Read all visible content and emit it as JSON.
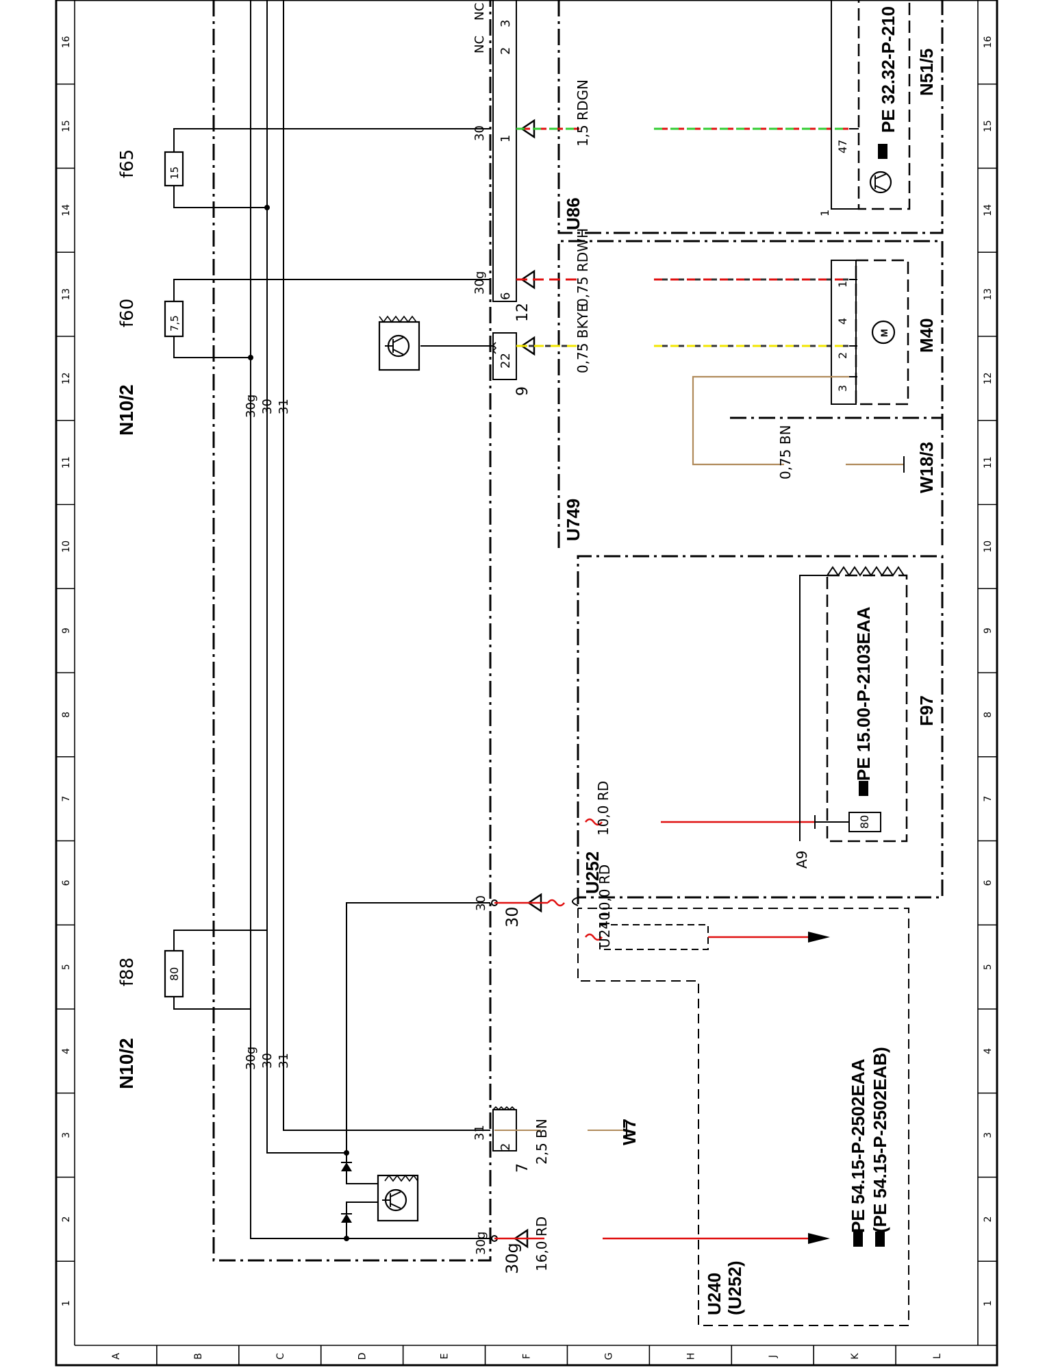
{
  "grid": {
    "numbers": [
      "1",
      "2",
      "3",
      "4",
      "5",
      "6",
      "7",
      "8",
      "9",
      "10",
      "11",
      "12",
      "13",
      "14",
      "15",
      "16"
    ],
    "letters": [
      "A",
      "B",
      "C",
      "D",
      "E",
      "F",
      "G",
      "H",
      "J",
      "K",
      "L"
    ]
  },
  "fuses": [
    {
      "name": "f88",
      "rating": "80"
    },
    {
      "name": "f60",
      "rating": "7,5"
    },
    {
      "name": "f65",
      "rating": "15"
    }
  ],
  "modules": {
    "sam_left": "N10/2",
    "sam_right": "N10/2",
    "interior_sensor": "N51/5",
    "fan_motor": "M40",
    "fuse_box": "F97",
    "ground_w18": "W18/3",
    "ground_w7": "W7"
  },
  "buses": {
    "b1": "30g",
    "b2": "30",
    "b3": "31"
  },
  "splices": {
    "u86": "U86",
    "u749": "U749",
    "u252": "U252",
    "u240": "U240",
    "u240_paren": "(U252)"
  },
  "wires": {
    "w_30g": "16,0 RD",
    "w_31": "2,5 BN",
    "w_u240": "10,0 RD",
    "w_f97": "10,0 RD",
    "w_bn075": "0,75 BN",
    "w_bkye": "0,75 BKYE",
    "w_rdwh": "0,75 RDWH",
    "w_rdgn": "1,5 RDGN"
  },
  "pins": {
    "p30g_out": "30g",
    "p30g_conn": "30g",
    "p31_out": "31",
    "conn7": "7",
    "conn7_pin": "2",
    "p30_out": "30",
    "p30_conn": "30",
    "conn9": "9",
    "conn9_pin": "22",
    "conn12": "12",
    "conn12_pin": "6",
    "p30g_f60": "30g",
    "p30_f65": "30",
    "conn_pin1": "1",
    "conn_pin2": "2",
    "conn_pin3": "3",
    "nc1": "NC",
    "nc2": "NC",
    "a9": "A9",
    "f97_pin": "80",
    "m40_p1": "1",
    "m40_p2": "2",
    "m40_p3": "3",
    "m40_p4": "4",
    "n51_p47": "47",
    "n51_p1": "1"
  },
  "refs": {
    "pe_54a": "PE 54.15-P-2502EAA",
    "pe_54b": "(PE 54.15-P-2502EAB)",
    "pe_15": "PE 15.00-P-2103EAA",
    "pe_32": "PE 32.32-P-210"
  },
  "colors": {
    "red": "#e01010",
    "brown": "#b08a5a",
    "green": "#33cc33",
    "yellow": "#f2e600",
    "dark": "#333333",
    "black": "#000000"
  },
  "icons": [
    "transistor-icon",
    "motor-icon",
    "pointing-hand-icon"
  ]
}
